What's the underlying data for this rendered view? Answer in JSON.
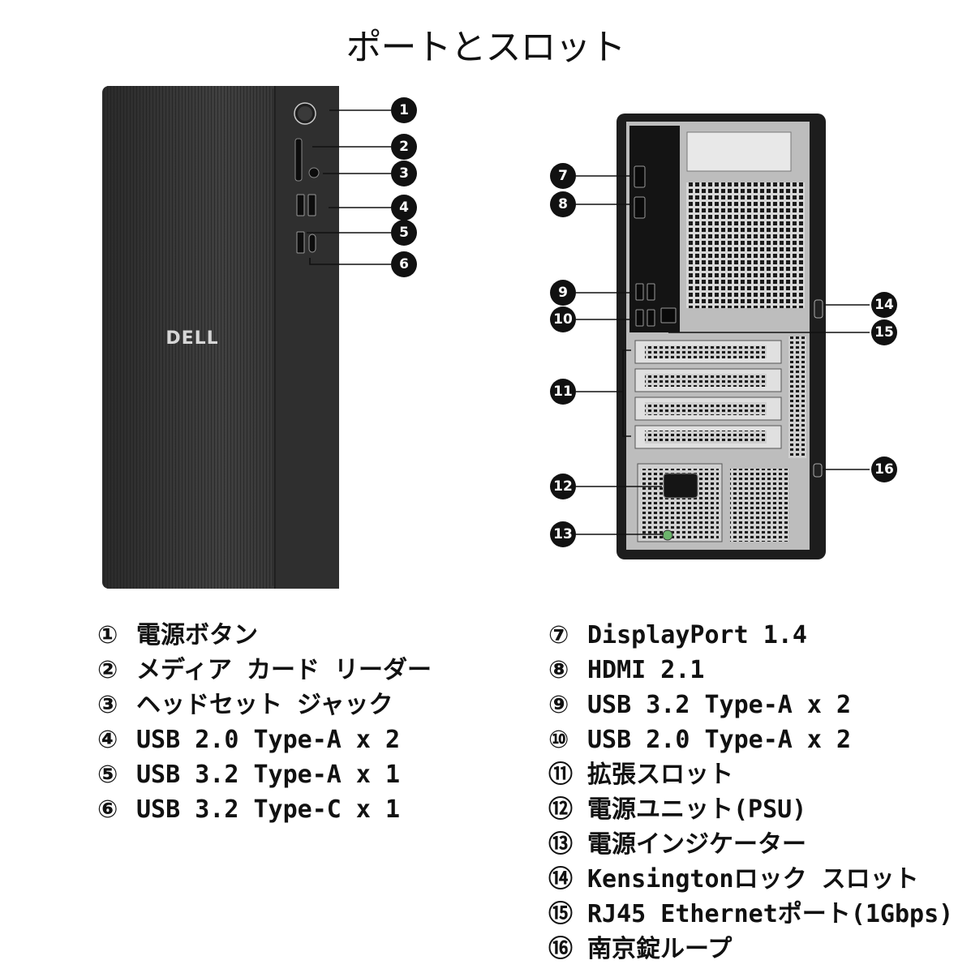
{
  "title": "ポートとスロット",
  "front": {
    "logo": "DELL"
  },
  "callouts": [
    "1",
    "2",
    "3",
    "4",
    "5",
    "6",
    "7",
    "8",
    "9",
    "10",
    "11",
    "12",
    "13",
    "14",
    "15",
    "16"
  ],
  "legend_left": [
    {
      "num": "①",
      "label": "電源ボタン"
    },
    {
      "num": "②",
      "label": "メディア カード リーダー"
    },
    {
      "num": "③",
      "label": "ヘッドセット ジャック"
    },
    {
      "num": "④",
      "label": "USB 2.0 Type-A x 2"
    },
    {
      "num": "⑤",
      "label": "USB 3.2 Type-A x 1"
    },
    {
      "num": "⑥",
      "label": "USB 3.2 Type-C x 1"
    }
  ],
  "legend_right": [
    {
      "num": "⑦",
      "label": "DisplayPort 1.4"
    },
    {
      "num": "⑧",
      "label": "HDMI 2.1"
    },
    {
      "num": "⑨",
      "label": "USB 3.2 Type-A x 2"
    },
    {
      "num": "⑩",
      "label": "USB 2.0 Type-A x 2"
    },
    {
      "num": "⑪",
      "label": "拡張スロット"
    },
    {
      "num": "⑫",
      "label": "電源ユニット(PSU)"
    },
    {
      "num": "⑬",
      "label": "電源インジケーター"
    },
    {
      "num": "⑭",
      "label": "Kensingtonロック スロット"
    },
    {
      "num": "⑮",
      "label": "RJ45 Ethernetポート(1Gbps)"
    },
    {
      "num": "⑯",
      "label": "南京錠ループ"
    }
  ]
}
